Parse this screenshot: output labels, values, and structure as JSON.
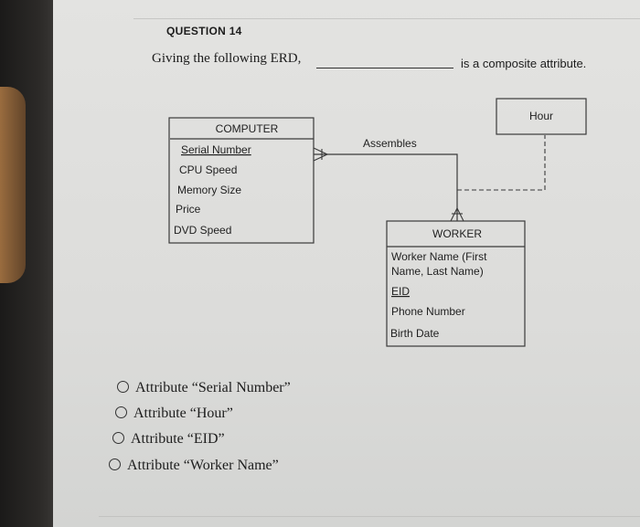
{
  "question": {
    "number": "QUESTION 14",
    "prompt": "Giving the following ERD,",
    "suffix": "is a composite attribute."
  },
  "erd": {
    "computer": {
      "name": "COMPUTER",
      "attributes": [
        "Serial Number",
        "CPU Speed",
        "Memory Size",
        "Price",
        "DVD Speed"
      ]
    },
    "relationship": "Assembles",
    "worker": {
      "name": "WORKER",
      "attributes": [
        "Worker Name (First",
        "Name, Last Name)",
        "EID",
        "Phone Number",
        "Birth Date"
      ]
    },
    "relationship_attribute": "Hour"
  },
  "options": [
    "Attribute “Serial Number”",
    "Attribute “Hour”",
    "Attribute “EID”",
    "Attribute “Worker Name”"
  ]
}
